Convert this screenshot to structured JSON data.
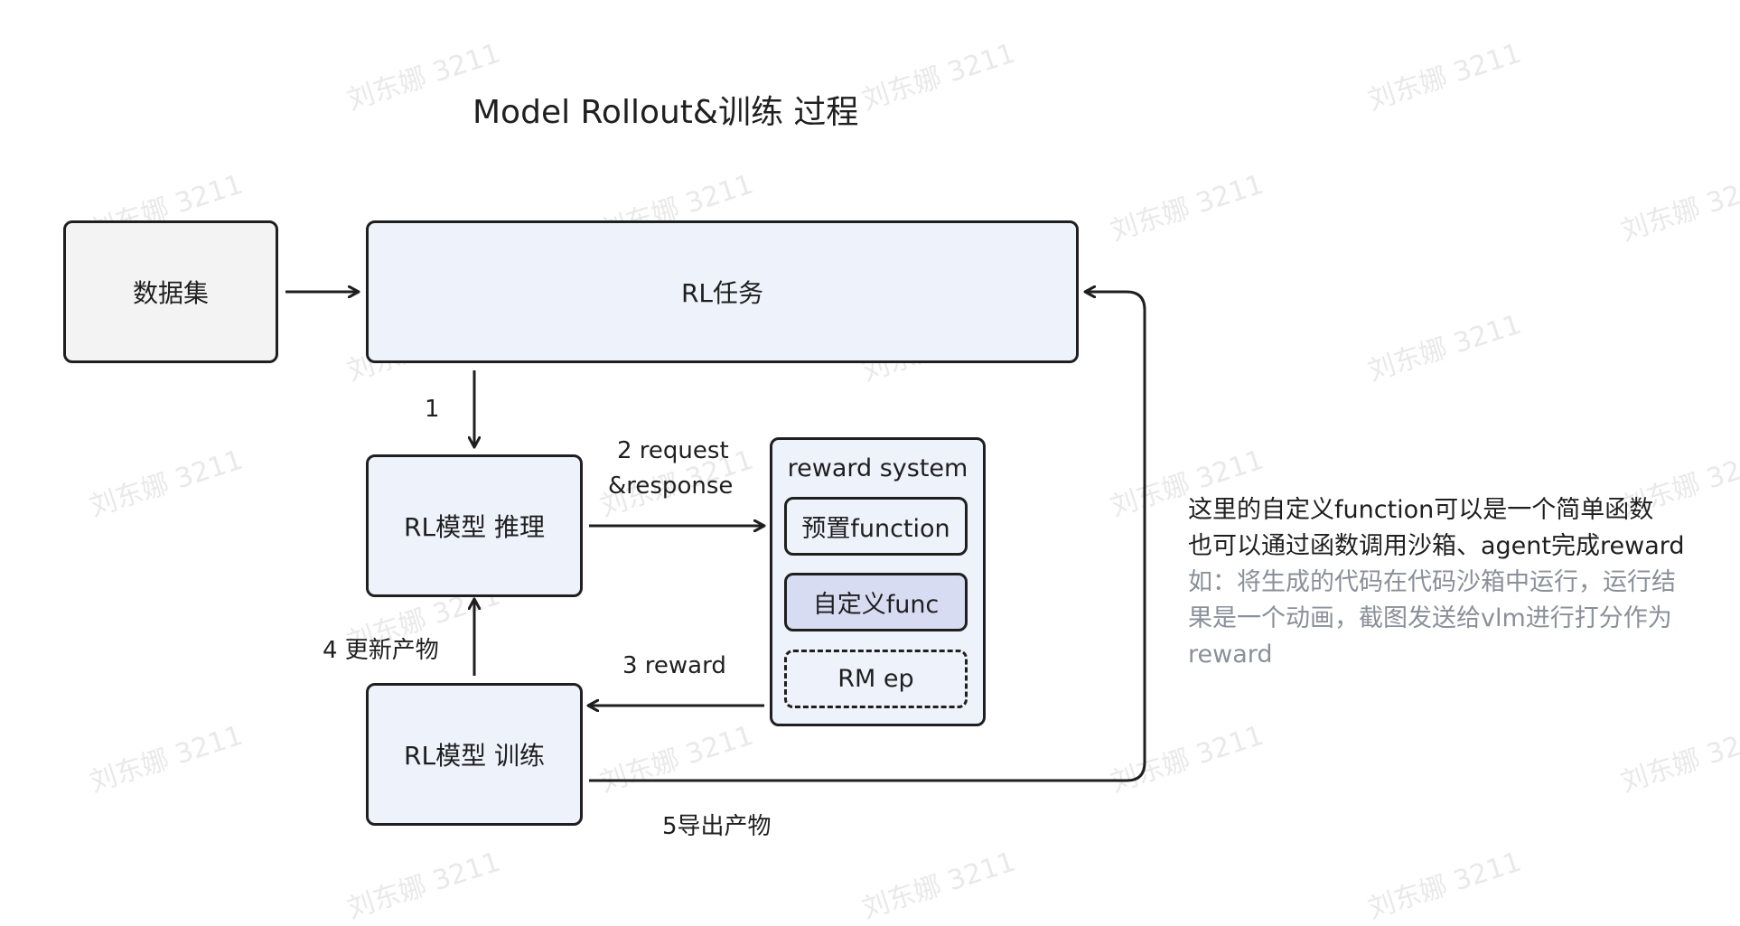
{
  "title": "Model Rollout&训练 过程",
  "nodes": {
    "dataset": "数据集",
    "rl_task": "RL任务",
    "rl_inference": "RL模型 推理",
    "rl_training": "RL模型 训练",
    "reward_system": {
      "title": "reward system",
      "preset_function": "预置function",
      "custom_func": "自定义func",
      "rm_ep": "RM ep"
    }
  },
  "edges": {
    "step1": "1",
    "step2_line1": "2 request",
    "step2_line2": "&response",
    "step3": "3 reward",
    "step4": "4 更新产物",
    "step5": "5导出产物"
  },
  "note": {
    "line1": "这里的自定义function可以是一个简单函数",
    "line2": "也可以通过函数调用沙箱、agent完成reward",
    "line3": "如：将生成的代码在代码沙箱中运行，运行结",
    "line4": "果是一个动画，截图发送给vlm进行打分作为",
    "line5": "reward"
  },
  "watermark": "刘东娜 3211",
  "colors": {
    "stroke": "#1f1f1f",
    "box_fill": "#eef2fb",
    "dataset_fill": "#f3f3f3",
    "custom_func_fill": "#d7dcf2",
    "note_muted": "#8a8f99"
  }
}
